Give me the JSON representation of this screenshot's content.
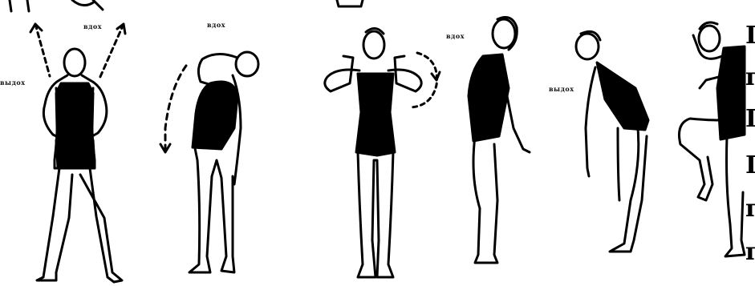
{
  "illustration": {
    "kind": "exercise-figures",
    "figure_count": 6,
    "ink_color": "#000000",
    "paper_color": "#ffffff"
  },
  "labels": {
    "fig1_inhale": "вдох",
    "fig1_exhale": "выдох",
    "fig2_inhale": "вдох",
    "fig4_inhale": "вдох",
    "fig5_exhale": "выдох"
  },
  "edge_text": [
    "Г",
    "г",
    "Г",
    "Г",
    "г",
    "г"
  ]
}
